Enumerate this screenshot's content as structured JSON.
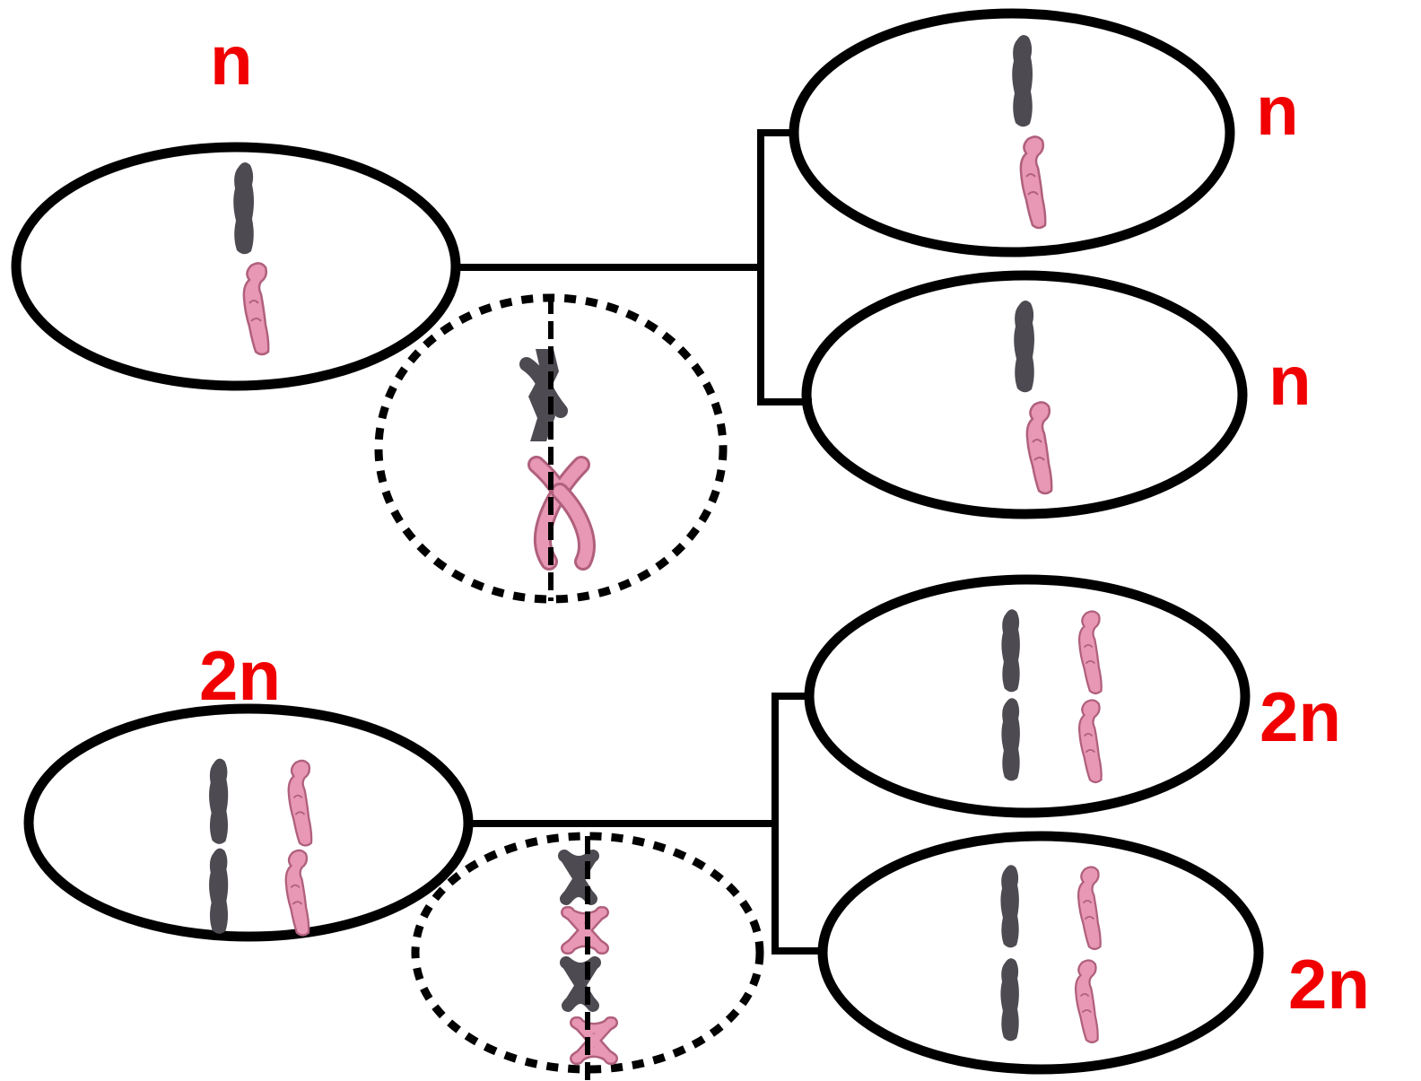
{
  "colors": {
    "label": "#f00000",
    "outline": "#000000",
    "chromosome_dark": "#4e4a52",
    "chromosome_pink": "#e898b4",
    "chromosome_pink_edge": "#b0607c"
  },
  "top_row": {
    "parent_label": "n",
    "daughter_1_label": "n",
    "daughter_2_label": "n"
  },
  "bottom_row": {
    "parent_label": "2n",
    "daughter_1_label": "2n",
    "daughter_2_label": "2n"
  }
}
